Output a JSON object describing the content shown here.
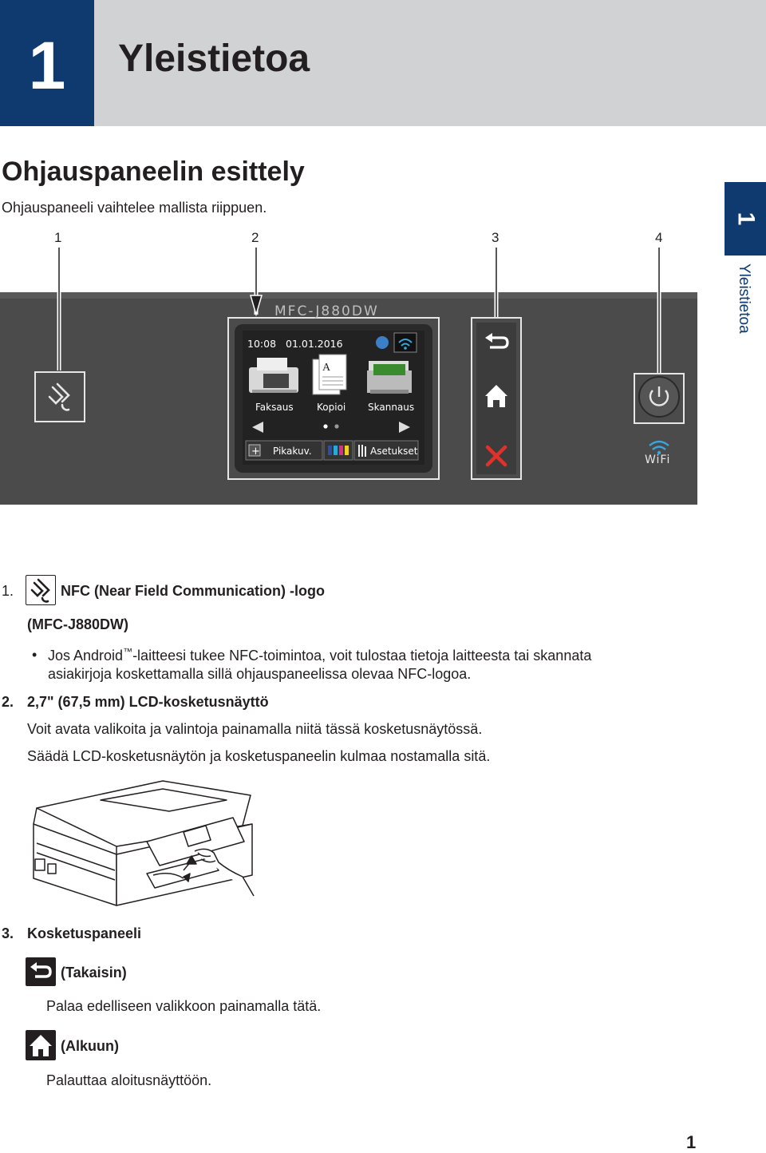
{
  "header": {
    "chapter_number": "1",
    "chapter_title": "Yleistietoa"
  },
  "side_tab": {
    "number": "1",
    "label": "Yleistietoa"
  },
  "section": {
    "title": "Ohjauspaneelin esittely",
    "subtitle": "Ohjauspaneeli vaihtelee mallista riippuen."
  },
  "panel": {
    "callouts": [
      "1",
      "2",
      "3",
      "4"
    ],
    "model": "MFC-J880DW",
    "lcd": {
      "time": "10:08",
      "date": "01.01.2016",
      "apps": [
        "Faksaus",
        "Kopioi",
        "Skannaus"
      ],
      "bottom_buttons": [
        "Pikakuv.",
        "Asetukset"
      ]
    },
    "wifi_label": "WiFi"
  },
  "items": {
    "item1": {
      "number": "1.",
      "title": "NFC (Near Field Communication) -logo",
      "model": "(MFC-J880DW)",
      "bullet_part1": "Jos Android",
      "bullet_tm": "™",
      "bullet_part2": "-laitteesi tukee NFC-toimintoa, voit tulostaa tietoja laitteesta tai skannata",
      "bullet_line2": "asiakirjoja koskettamalla sillä ohjauspaneelissa olevaa NFC-logoa."
    },
    "item2": {
      "number": "2.",
      "title": "2,7\" (67,5 mm) LCD-kosketusnäyttö",
      "para1": "Voit avata valikoita ja valintoja painamalla niitä tässä kosketusnäytössä.",
      "para2": "Säädä LCD-kosketusnäytön ja kosketuspaneelin kulmaa nostamalla sitä."
    },
    "item3": {
      "number": "3.",
      "title": "Kosketuspaneeli",
      "back_label": "(Takaisin)",
      "back_desc": "Palaa edelliseen valikkoon painamalla tätä.",
      "home_label": "(Alkuun)",
      "home_desc": "Palauttaa aloitusnäyttöön."
    }
  },
  "page_number": "1",
  "colors": {
    "chapter_blue": "#0e3a70",
    "band_gray": "#d1d2d4",
    "panel_dark": "#4a4a4a",
    "cancel_red": "#e0312b",
    "wifi_blue": "#3aa6dd"
  }
}
